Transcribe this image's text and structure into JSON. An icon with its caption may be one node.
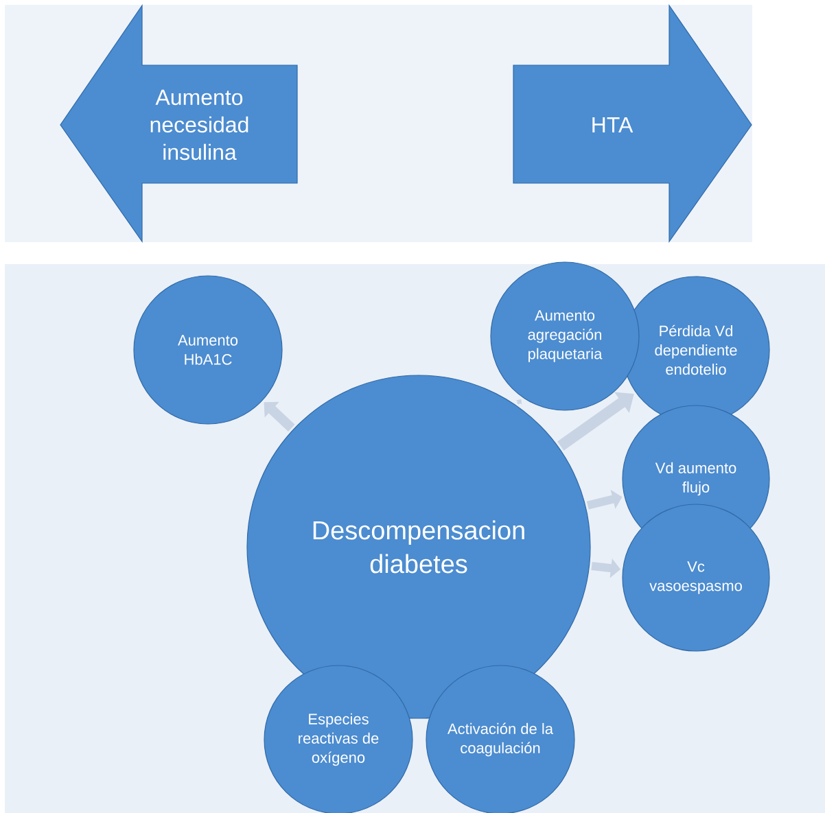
{
  "diagram": {
    "nodes": [
      {
        "text": [
          "Aumento necesidad insulina"
        ]
      },
      {
        "text": [
          "HTA"
        ]
      },
      {
        "text": [
          "Aumento HbA1C"
        ]
      },
      {
        "text": [
          "Aumento agregación plaquetaria"
        ]
      },
      {
        "text": [
          "Pérdida Vd dependiente endotelio"
        ]
      },
      {
        "text": [
          "Descompensacion diabetes"
        ]
      },
      {
        "text": [
          "Vd aumento flujo"
        ]
      },
      {
        "text": [
          "Vc vasoespasmo"
        ]
      },
      {
        "text": [
          "Especies reactivas de oxígeno"
        ]
      },
      {
        "text": [
          "Activación de la coagulación"
        ]
      }
    ],
    "edges": [
      {
        "from": 5,
        "to": 2,
        "arrow": "to"
      },
      {
        "from": 5,
        "to": 3,
        "arrow": "to"
      },
      {
        "from": 5,
        "to": 4,
        "arrow": "to"
      },
      {
        "from": 5,
        "to": 6,
        "arrow": "to"
      },
      {
        "from": 5,
        "to": 7,
        "arrow": "to"
      }
    ]
  }
}
